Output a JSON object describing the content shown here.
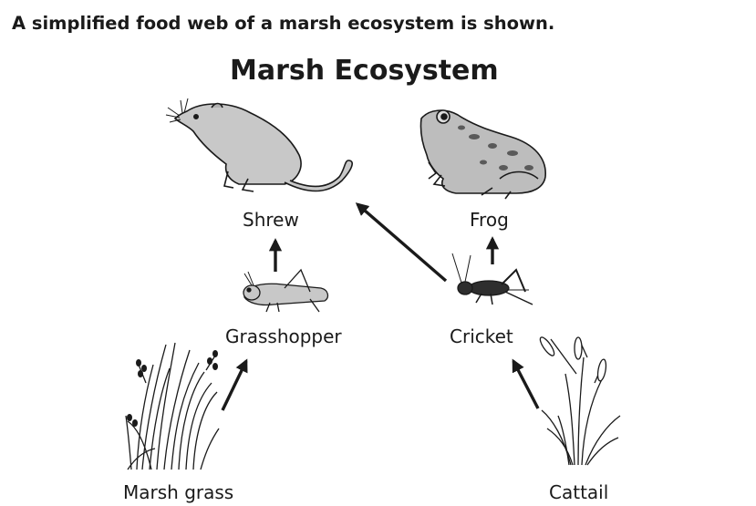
{
  "prompt": "A simplified food web of a marsh ecosystem is shown.",
  "title": "Marsh Ecosystem",
  "organisms": {
    "shrew": {
      "label": "Shrew",
      "icon": "shrew-icon"
    },
    "frog": {
      "label": "Frog",
      "icon": "frog-icon"
    },
    "grasshopper": {
      "label": "Grasshopper",
      "icon": "grasshopper-icon"
    },
    "cricket": {
      "label": "Cricket",
      "icon": "cricket-icon"
    },
    "marsh_grass": {
      "label": "Marsh grass",
      "icon": "marsh-grass-icon"
    },
    "cattail": {
      "label": "Cattail",
      "icon": "cattail-icon"
    }
  },
  "arrows": [
    {
      "from": "Marsh grass",
      "to": "Grasshopper"
    },
    {
      "from": "Cattail",
      "to": "Cricket"
    },
    {
      "from": "Grasshopper",
      "to": "Shrew"
    },
    {
      "from": "Cricket",
      "to": "Shrew"
    },
    {
      "from": "Cricket",
      "to": "Frog"
    }
  ],
  "colors": {
    "text": "#1a1a1a",
    "arrow": "#1a1a1a",
    "animal_fill": "#c8c8c8",
    "frog_fill": "#bdbdbd"
  }
}
